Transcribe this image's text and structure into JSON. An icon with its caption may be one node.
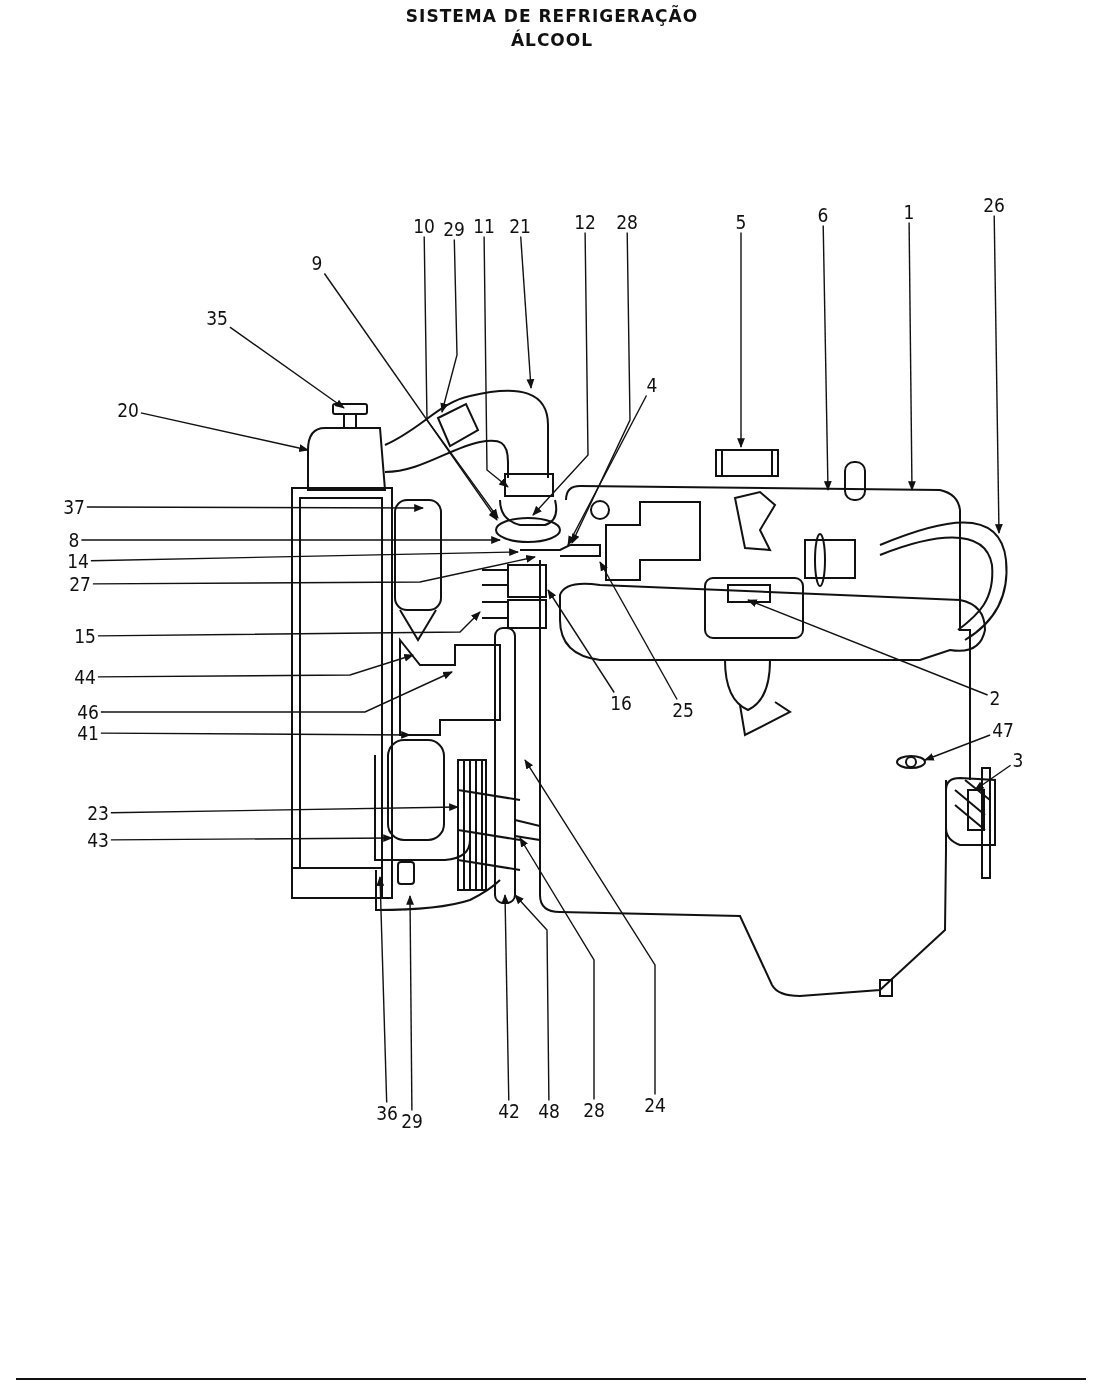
{
  "diagram": {
    "title": "SISTEMA DE REFRIGERAÇÃO",
    "nodes": [
      {
        "text": [
          "10"
        ]
      },
      {
        "text": [
          "29"
        ]
      },
      {
        "text": [
          "11"
        ]
      },
      {
        "text": [
          "21"
        ]
      },
      {
        "text": [
          "12"
        ]
      },
      {
        "text": [
          "28"
        ]
      },
      {
        "text": [
          "5"
        ]
      },
      {
        "text": [
          "6"
        ]
      },
      {
        "text": [
          "1"
        ]
      },
      {
        "text": [
          "26"
        ]
      },
      {
        "text": [
          "9"
        ]
      },
      {
        "text": [
          "35"
        ]
      },
      {
        "text": [
          "20"
        ]
      },
      {
        "text": [
          "4"
        ]
      },
      {
        "text": [
          "37"
        ]
      },
      {
        "text": [
          "8"
        ]
      },
      {
        "text": [
          "14"
        ]
      },
      {
        "text": [
          "27"
        ]
      },
      {
        "text": [
          "15"
        ]
      },
      {
        "text": [
          "44"
        ]
      },
      {
        "text": [
          "46"
        ]
      },
      {
        "text": [
          "41"
        ]
      },
      {
        "text": [
          "16"
        ]
      },
      {
        "text": [
          "25"
        ]
      },
      {
        "text": [
          "2"
        ]
      },
      {
        "text": [
          "47"
        ]
      },
      {
        "text": [
          "3"
        ]
      },
      {
        "text": [
          "23"
        ]
      },
      {
        "text": [
          "43"
        ]
      },
      {
        "text": [
          "24"
        ]
      },
      {
        "text": [
          "36"
        ]
      },
      {
        "text": [
          "29"
        ]
      },
      {
        "text": [
          "42"
        ]
      },
      {
        "text": [
          "48"
        ]
      },
      {
        "text": [
          "28"
        ]
      }
    ],
    "edges": [
      {
        "from": 0,
        "to": null,
        "arrow": "to"
      },
      {
        "from": 1,
        "to": null,
        "arrow": "to"
      },
      {
        "from": 2,
        "to": null,
        "arrow": "to"
      },
      {
        "from": 3,
        "to": null,
        "arrow": "to"
      },
      {
        "from": 4,
        "to": null,
        "arrow": "to"
      },
      {
        "from": 5,
        "to": null,
        "arrow": "to"
      },
      {
        "from": 6,
        "to": null,
        "arrow": "to"
      },
      {
        "from": 7,
        "to": null,
        "arrow": "to"
      },
      {
        "from": 8,
        "to": null,
        "arrow": "to"
      },
      {
        "from": 9,
        "to": null,
        "arrow": "to"
      },
      {
        "from": 10,
        "to": null,
        "arrow": "to"
      },
      {
        "from": 11,
        "to": null,
        "arrow": "to"
      },
      {
        "from": 12,
        "to": null,
        "arrow": "to"
      },
      {
        "from": 13,
        "to": null,
        "arrow": "to"
      },
      {
        "from": 14,
        "to": null,
        "arrow": "to"
      },
      {
        "from": 15,
        "to": null,
        "arrow": "to"
      },
      {
        "from": 16,
        "to": null,
        "arrow": "to"
      },
      {
        "from": 17,
        "to": null,
        "arrow": "to"
      },
      {
        "from": 18,
        "to": null,
        "arrow": "to"
      },
      {
        "from": 19,
        "to": null,
        "arrow": "to"
      },
      {
        "from": 20,
        "to": null,
        "arrow": "to"
      },
      {
        "from": 21,
        "to": null,
        "arrow": "to"
      },
      {
        "from": 22,
        "to": null,
        "arrow": "to"
      },
      {
        "from": 23,
        "to": null,
        "arrow": "to"
      },
      {
        "from": 24,
        "to": null,
        "arrow": "to"
      },
      {
        "from": 25,
        "to": null,
        "arrow": "to"
      },
      {
        "from": 26,
        "to": null,
        "arrow": "to"
      },
      {
        "from": 27,
        "to": null,
        "arrow": "to"
      },
      {
        "from": 28,
        "to": null,
        "arrow": "to"
      },
      {
        "from": 29,
        "to": null,
        "arrow": "to"
      },
      {
        "from": 30,
        "to": null,
        "arrow": "to"
      },
      {
        "from": 31,
        "to": null,
        "arrow": "to"
      },
      {
        "from": 32,
        "to": null,
        "arrow": "to"
      },
      {
        "from": 33,
        "to": null,
        "arrow": "to"
      },
      {
        "from": 34,
        "to": null,
        "arrow": "to"
      }
    ],
    "labels": [
      "ÁLCOOL"
    ]
  }
}
